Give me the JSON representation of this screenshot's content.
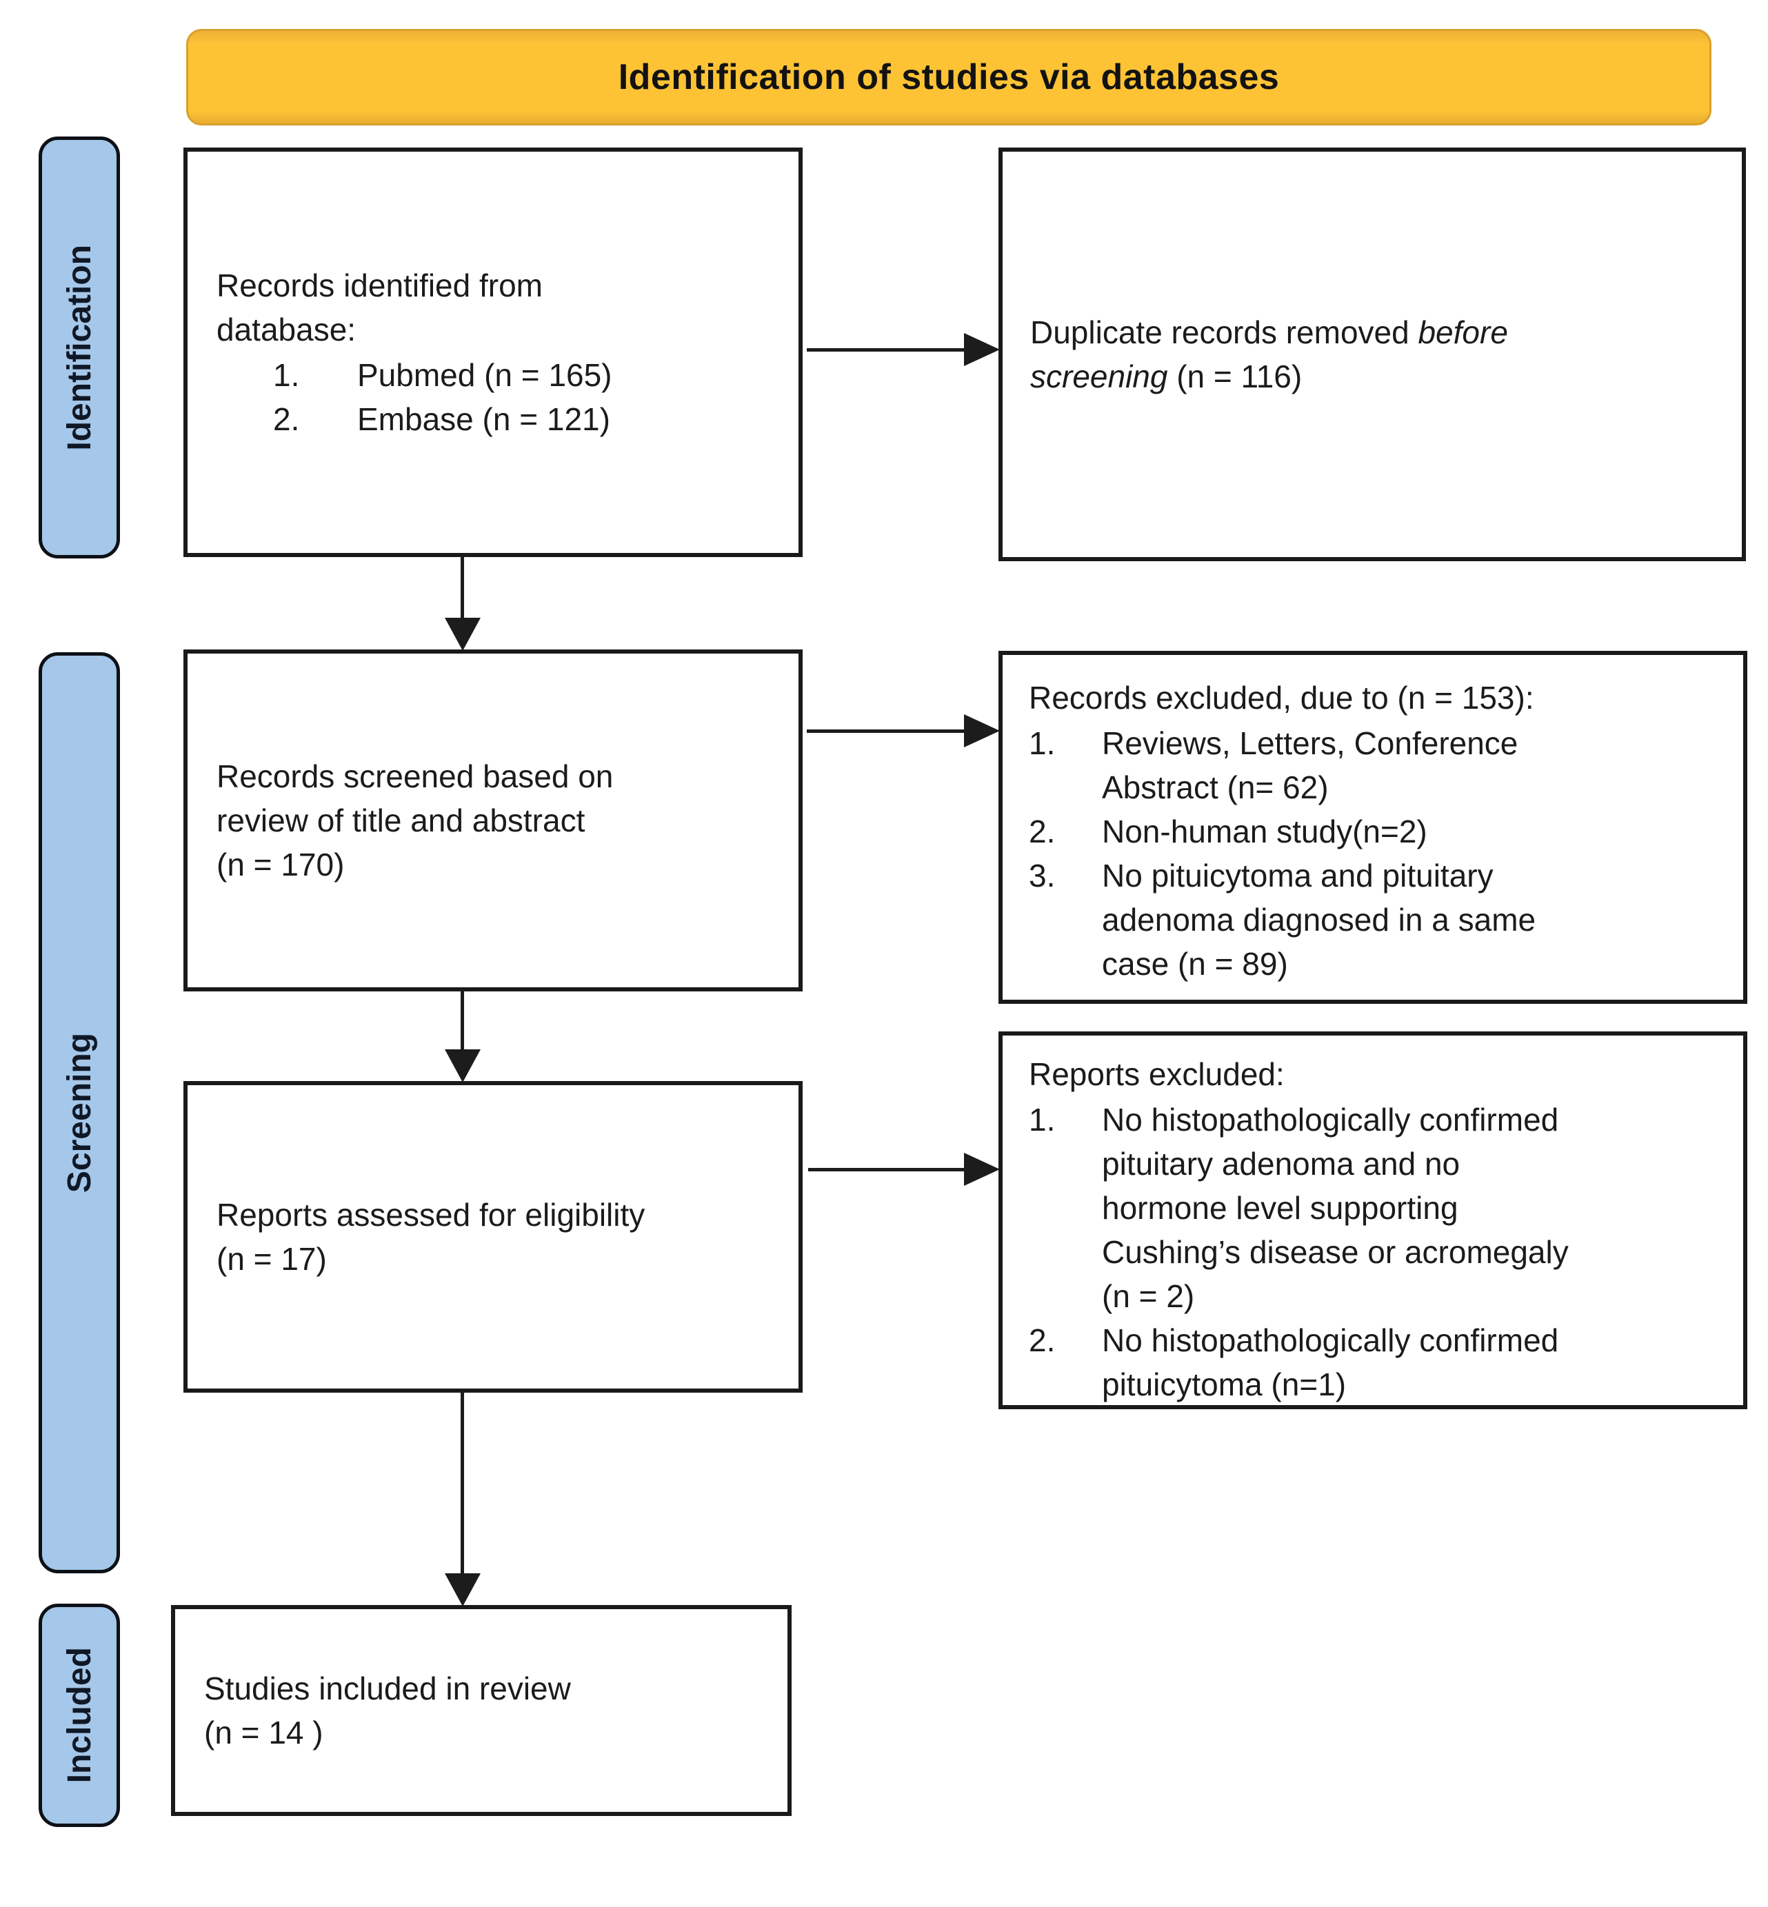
{
  "title": "Identification of studies via databases",
  "stages": {
    "identification": "Identification",
    "screening": "Screening",
    "included": "Included"
  },
  "boxes": {
    "records_identified": {
      "intro_lines": [
        "Records identified from",
        "database:"
      ],
      "items": [
        {
          "num": "1.",
          "text": "Pubmed (n = 165)"
        },
        {
          "num": "2.",
          "text": "Embase (n = 121)"
        }
      ]
    },
    "duplicates_removed": {
      "prefix": "Duplicate records removed ",
      "italic_line1": "before",
      "italic_line2": "screening",
      "suffix": " (n = 116)"
    },
    "records_screened": {
      "lines": [
        "Records screened based on",
        "review of title and abstract",
        "(n = 170)"
      ]
    },
    "records_excluded": {
      "header": "Records excluded, due to (n = 153):",
      "items": [
        {
          "num": "1.",
          "lines": [
            "Reviews, Letters, Conference",
            "Abstract (n= 62)"
          ]
        },
        {
          "num": "2.",
          "lines": [
            "Non-human study(n=2)"
          ]
        },
        {
          "num": "3.",
          "lines": [
            "No pituicytoma and pituitary",
            "adenoma diagnosed in a same",
            "case (n = 89)"
          ]
        }
      ]
    },
    "reports_assessed": {
      "lines": [
        "Reports assessed for eligibility",
        "(n = 17)"
      ]
    },
    "reports_excluded": {
      "header": "Reports excluded:",
      "items": [
        {
          "num": "1.",
          "lines": [
            "No histopathologically confirmed",
            "pituitary adenoma and no",
            "hormone level supporting",
            "Cushing’s disease or acromegaly",
            "(n = 2)"
          ]
        },
        {
          "num": "2.",
          "lines": [
            "No histopathologically confirmed",
            "pituicytoma (n=1)"
          ]
        }
      ]
    },
    "studies_included": {
      "lines": [
        "Studies included in review",
        "(n = 14 )"
      ]
    }
  },
  "colors": {
    "banner_yellow": "#fdc335",
    "stage_blue": "#a5c7e9",
    "line_black": "#1c1c1c"
  }
}
